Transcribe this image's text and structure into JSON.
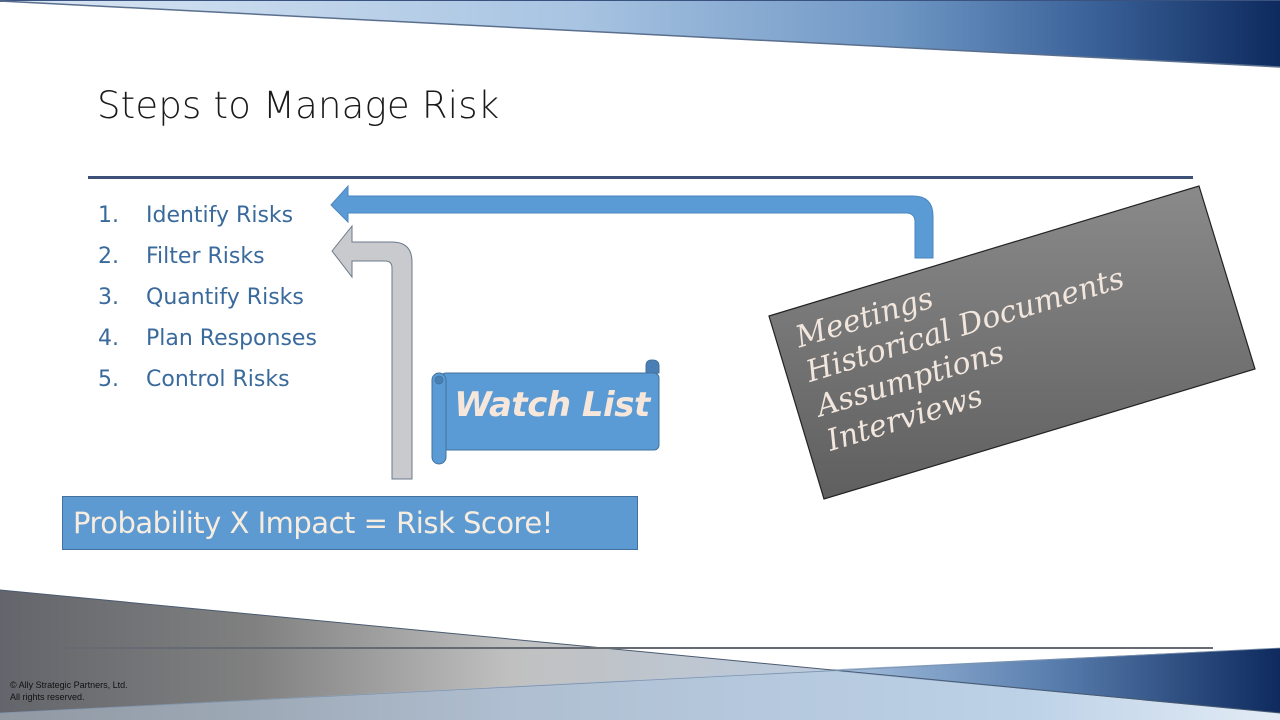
{
  "slide": {
    "title": "Steps to Manage Risk",
    "steps": [
      {
        "number": "1.",
        "label": "Identify Risks"
      },
      {
        "number": "2.",
        "label": "Filter Risks"
      },
      {
        "number": "3.",
        "label": "Quantify Risks"
      },
      {
        "number": "4.",
        "label": "Plan Responses"
      },
      {
        "number": "5.",
        "label": "Control Risks"
      }
    ],
    "formula_box": "Probability X Impact = Risk Score!",
    "watch_list_banner": "Watch List",
    "risk_sources": [
      "Meetings",
      "Historical Documents",
      "Assumptions",
      "Interviews"
    ],
    "arrows": [
      {
        "name": "sources-to-identify-arrow",
        "from": "risk_sources",
        "to": "Identify Risks",
        "color": "#5b9bd5"
      },
      {
        "name": "formula-to-filter-arrow",
        "from": "formula_box",
        "to": "Filter Risks",
        "color": "#c8cacd"
      }
    ],
    "footer": {
      "copyright": "© Ally Strategic Partners, Ltd.",
      "rights": "All rights reserved."
    }
  },
  "colors": {
    "accent_blue": "#5b9bd5",
    "step_text": "#3a6a9c",
    "rule": "#3d5078",
    "navy": "#0f2a5e",
    "sources_box": "#707070"
  }
}
